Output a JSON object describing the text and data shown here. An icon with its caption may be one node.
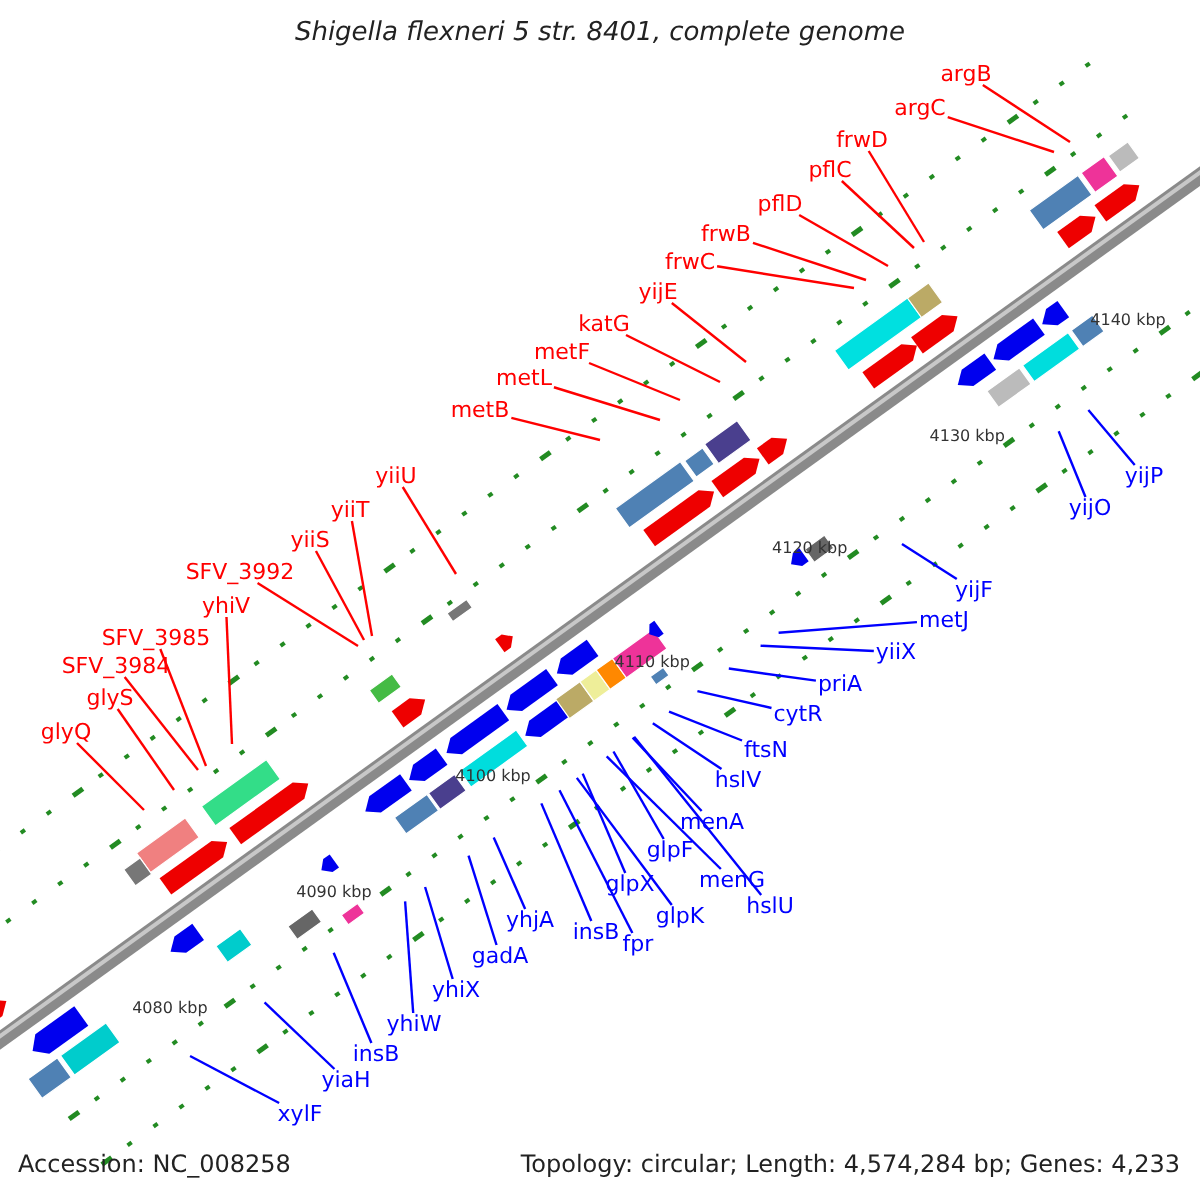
{
  "diagram": {
    "title": "Shigella flexneri 5 str. 8401, complete genome",
    "nodes": [
      {
        "text": [
          "argB"
        ]
      },
      {
        "text": [
          "argC"
        ]
      },
      {
        "text": [
          "frwD"
        ]
      },
      {
        "text": [
          "pflC"
        ]
      },
      {
        "text": [
          "pflD"
        ]
      },
      {
        "text": [
          "frwB"
        ]
      },
      {
        "text": [
          "frwC"
        ]
      },
      {
        "text": [
          "yijE"
        ]
      },
      {
        "text": [
          "katG"
        ]
      },
      {
        "text": [
          "metF"
        ]
      },
      {
        "text": [
          "metL"
        ]
      },
      {
        "text": [
          "metB"
        ]
      },
      {
        "text": [
          "yiiU"
        ]
      },
      {
        "text": [
          "yiiT"
        ]
      },
      {
        "text": [
          "yiiS"
        ]
      },
      {
        "text": [
          "SFV_3992"
        ]
      },
      {
        "text": [
          "yhiV"
        ]
      },
      {
        "text": [
          "SFV_3985"
        ]
      },
      {
        "text": [
          "SFV_3984"
        ]
      },
      {
        "text": [
          "glyS"
        ]
      },
      {
        "text": [
          "glyQ"
        ]
      },
      {
        "text": [
          "yijP"
        ]
      },
      {
        "text": [
          "yijO"
        ]
      },
      {
        "text": [
          "yijF"
        ]
      },
      {
        "text": [
          "metJ"
        ]
      },
      {
        "text": [
          "yiiX"
        ]
      },
      {
        "text": [
          "priA"
        ]
      },
      {
        "text": [
          "cytR"
        ]
      },
      {
        "text": [
          "ftsN"
        ]
      },
      {
        "text": [
          "hslV"
        ]
      },
      {
        "text": [
          "menA"
        ]
      },
      {
        "text": [
          "glpF"
        ]
      },
      {
        "text": [
          "menG"
        ]
      },
      {
        "text": [
          "glpX"
        ]
      },
      {
        "text": [
          "glpK"
        ]
      },
      {
        "text": [
          "hslU"
        ]
      },
      {
        "text": [
          "fpr"
        ]
      },
      {
        "text": [
          "insB"
        ]
      },
      {
        "text": [
          "yhjA"
        ]
      },
      {
        "text": [
          "gadA"
        ]
      },
      {
        "text": [
          "yhiX"
        ]
      },
      {
        "text": [
          "yhiW"
        ]
      },
      {
        "text": [
          "insB"
        ]
      },
      {
        "text": [
          "yiaH"
        ]
      },
      {
        "text": [
          "xylF"
        ]
      }
    ],
    "edges": [
      {
        "from": 0,
        "to": null,
        "arrow": "none",
        "color": "#ff0000"
      },
      {
        "from": 1,
        "to": null,
        "arrow": "none",
        "color": "#ff0000"
      },
      {
        "from": 2,
        "to": null,
        "arrow": "none",
        "color": "#ff0000"
      },
      {
        "from": 3,
        "to": null,
        "arrow": "none",
        "color": "#ff0000"
      },
      {
        "from": 4,
        "to": null,
        "arrow": "none",
        "color": "#ff0000"
      },
      {
        "from": 5,
        "to": null,
        "arrow": "none",
        "color": "#ff0000"
      },
      {
        "from": 6,
        "to": null,
        "arrow": "none",
        "color": "#ff0000"
      },
      {
        "from": 7,
        "to": null,
        "arrow": "none",
        "color": "#ff0000"
      },
      {
        "from": 8,
        "to": null,
        "arrow": "none",
        "color": "#ff0000"
      },
      {
        "from": 9,
        "to": null,
        "arrow": "none",
        "color": "#ff0000"
      },
      {
        "from": 10,
        "to": null,
        "arrow": "none",
        "color": "#ff0000"
      },
      {
        "from": 11,
        "to": null,
        "arrow": "none",
        "color": "#ff0000"
      },
      {
        "from": 12,
        "to": null,
        "arrow": "none",
        "color": "#ff0000"
      },
      {
        "from": 13,
        "to": null,
        "arrow": "none",
        "color": "#ff0000"
      },
      {
        "from": 14,
        "to": null,
        "arrow": "none",
        "color": "#ff0000"
      },
      {
        "from": 15,
        "to": null,
        "arrow": "none",
        "color": "#ff0000"
      },
      {
        "from": 16,
        "to": null,
        "arrow": "none",
        "color": "#ff0000"
      },
      {
        "from": 17,
        "to": null,
        "arrow": "none",
        "color": "#ff0000"
      },
      {
        "from": 18,
        "to": null,
        "arrow": "none",
        "color": "#ff0000"
      },
      {
        "from": 19,
        "to": null,
        "arrow": "none",
        "color": "#ff0000"
      },
      {
        "from": 20,
        "to": null,
        "arrow": "none",
        "color": "#ff0000"
      },
      {
        "from": 21,
        "to": null,
        "arrow": "none"
      },
      {
        "from": 22,
        "to": null,
        "arrow": "none"
      },
      {
        "from": 23,
        "to": null,
        "arrow": "none"
      },
      {
        "from": 24,
        "to": null,
        "arrow": "none"
      },
      {
        "from": 25,
        "to": null,
        "arrow": "none"
      },
      {
        "from": 26,
        "to": null,
        "arrow": "none"
      },
      {
        "from": 27,
        "to": null,
        "arrow": "none"
      },
      {
        "from": 28,
        "to": null,
        "arrow": "none"
      },
      {
        "from": 29,
        "to": null,
        "arrow": "none"
      },
      {
        "from": 30,
        "to": null,
        "arrow": "none"
      },
      {
        "from": 31,
        "to": null,
        "arrow": "none"
      },
      {
        "from": 32,
        "to": null,
        "arrow": "none"
      },
      {
        "from": 33,
        "to": null,
        "arrow": "none"
      },
      {
        "from": 34,
        "to": null,
        "arrow": "none"
      },
      {
        "from": 35,
        "to": null,
        "arrow": "none"
      },
      {
        "from": 36,
        "to": null,
        "arrow": "none"
      },
      {
        "from": 37,
        "to": null,
        "arrow": "none"
      },
      {
        "from": 38,
        "to": null,
        "arrow": "none"
      },
      {
        "from": 39,
        "to": null,
        "arrow": "none"
      },
      {
        "from": 40,
        "to": null,
        "arrow": "none"
      },
      {
        "from": 41,
        "to": null,
        "arrow": "none"
      },
      {
        "from": 42,
        "to": null,
        "arrow": "none"
      },
      {
        "from": 43,
        "to": null,
        "arrow": "none"
      },
      {
        "from": 44,
        "to": null,
        "arrow": "none"
      }
    ],
    "labels": [
      "4140 kbp",
      "4130 kbp",
      "4120 kbp",
      "4110 kbp",
      "4100 kbp",
      "4090 kbp",
      "4080 kbp",
      "Accession: NC_008258",
      "Topology: circular; Length: 4,574,284 bp; Genes: 4,233"
    ]
  }
}
